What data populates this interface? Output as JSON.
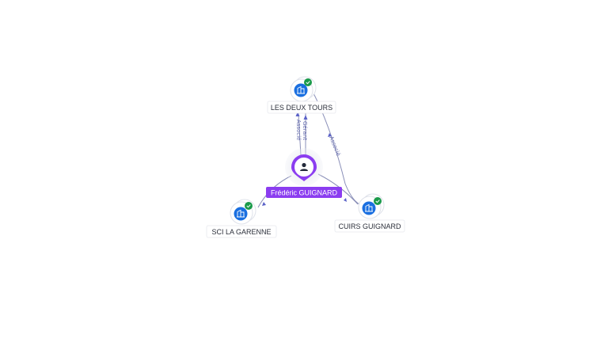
{
  "graph": {
    "person": {
      "name": "Frédéric GUIGNARD",
      "icon": "person-icon",
      "color": "#8b3df0"
    },
    "companies": [
      {
        "id": "les-deux-tours",
        "name": "LES DEUX TOURS",
        "icon": "building-icon",
        "verified": true
      },
      {
        "id": "sci-la-garenne",
        "name": "SCI LA GARENNE",
        "icon": "building-icon",
        "verified": true
      },
      {
        "id": "cuirs-guignard",
        "name": "CUIRS GUIGNARD",
        "icon": "building-icon",
        "verified": true
      }
    ],
    "edges": [
      {
        "id": "edge-gerant",
        "label": "Gérant"
      },
      {
        "id": "edge-associe",
        "label": "Associé"
      },
      {
        "id": "edge-associe-2",
        "label": "Associé"
      }
    ],
    "colors": {
      "company_icon": "#1a6fe0",
      "verified_badge": "#1a9a4a",
      "edge": "#8a8fb8"
    }
  }
}
